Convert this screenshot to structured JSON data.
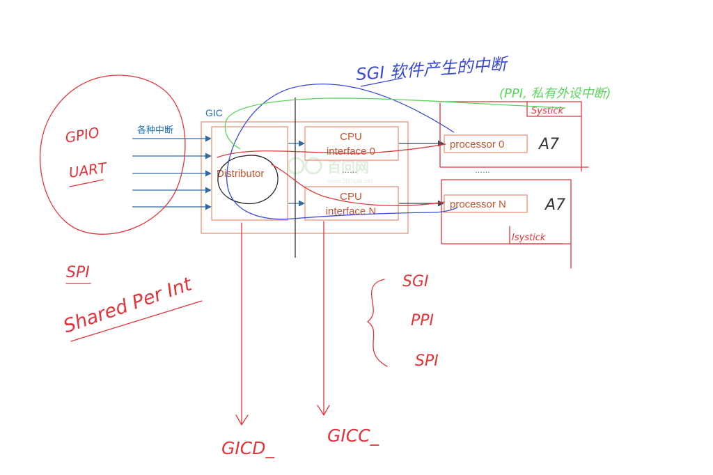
{
  "gic": {
    "label": "GIC",
    "input_label": "各种中断",
    "distributor": "Distributor",
    "cpu_if_0": [
      "CPU",
      "interface 0"
    ],
    "cpu_if_n": [
      "CPU",
      "interface N"
    ],
    "cpu_if_ellipsis": "……"
  },
  "processors": {
    "p0": "processor 0",
    "pn": "processor N",
    "ellipsis": "……",
    "core_0": "A7",
    "core_n": "A7",
    "systick_0": "Systick",
    "systick_n": "Isystick"
  },
  "annotations": {
    "gpio": "GPIO",
    "uart": "UART",
    "spi_title": "SPI",
    "spi_full": "Shared Per Int",
    "sgi_note": "SGI 软件产生的中断",
    "ppi_note": "(PPI, 私有外设中断)",
    "list_sgi": "SGI",
    "list_ppi": "PPI",
    "list_spi": "SPI",
    "gicd": "GICD_",
    "gicc": "GICC_"
  },
  "watermark": {
    "text": "百问网",
    "url": "www.100ask.net"
  },
  "colors": {
    "box": "#e8957a",
    "gic_text": "#1f6fb5",
    "red_pen": "#e0343a",
    "blue_pen": "#3b4ad6",
    "green_pen": "#5bd45b"
  }
}
